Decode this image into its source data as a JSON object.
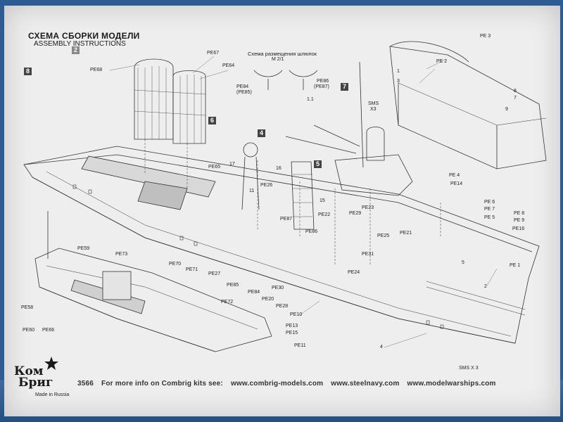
{
  "header": {
    "title_ru": "СХЕМА СБОРКИ МОДЕЛИ",
    "title_en": "ASSEMBLY INSTRUCTIONS"
  },
  "steps": [
    "2",
    "8",
    "6",
    "4",
    "5",
    "7"
  ],
  "labels": {
    "pe68": "PE68",
    "pe67": "PE67",
    "pe64": "PE64",
    "schema_title": "Схема размещения шлюпок",
    "schema_scale": "М 2/1",
    "pe84": "PE84",
    "pe85b": "(PE85)",
    "pe86": "PE86",
    "pe87b": "(PE87)",
    "r11": "1.1",
    "pe3": "PE 3",
    "pe2": "PE 2",
    "sms3a": "SMS",
    "sms3b": "X3",
    "n8": "8",
    "n7": "7",
    "n9": "9",
    "n1": "1",
    "n3": "3",
    "pe65": "PE65",
    "n17": "17",
    "n16": "16",
    "n11": "11",
    "pe26": "PE26",
    "n15": "15",
    "pe22": "PE22",
    "pe29": "PE29",
    "pe23": "PE23",
    "pe4": "PE 4",
    "pe14": "PE14",
    "pe6": "PE 6",
    "pe7": "PE 7",
    "pe5": "PE 5",
    "pe8": "PE 8",
    "pe9": "PE 9",
    "pe16": "PE16",
    "pe87": "PE87",
    "pe86b": "PE86",
    "pe25": "PE25",
    "pe21": "PE21",
    "pe31": "PE31",
    "pe24": "PE24",
    "pe59": "PE59",
    "pe73": "PE73",
    "pe70": "PE70",
    "pe71": "PE71",
    "pe27": "PE27",
    "pe72": "PE72",
    "pe85": "PE85",
    "pe84b": "PE84",
    "pe30": "PE30",
    "pe20": "PE20",
    "pe28": "PE28",
    "pe10": "PE10",
    "pe13": "PE13",
    "pe15": "PE15",
    "pe11": "PE11",
    "pe58": "PE58",
    "pe60": "PE60",
    "pe66": "PE66",
    "pe1": "PE 1",
    "n5": "5",
    "n2": "2",
    "n4": "4",
    "sms_x3": "SMS X 3"
  },
  "footer": {
    "code": "3566",
    "more_info": "For more info on Combrig kits see:",
    "site1": "www.combrig-models.com",
    "site2": "www.steelnavy.com",
    "site3": "www.modelwarships.com"
  },
  "brand": {
    "line1": "Ком",
    "line2": "Бриг",
    "made_in": "Made in Russia"
  }
}
